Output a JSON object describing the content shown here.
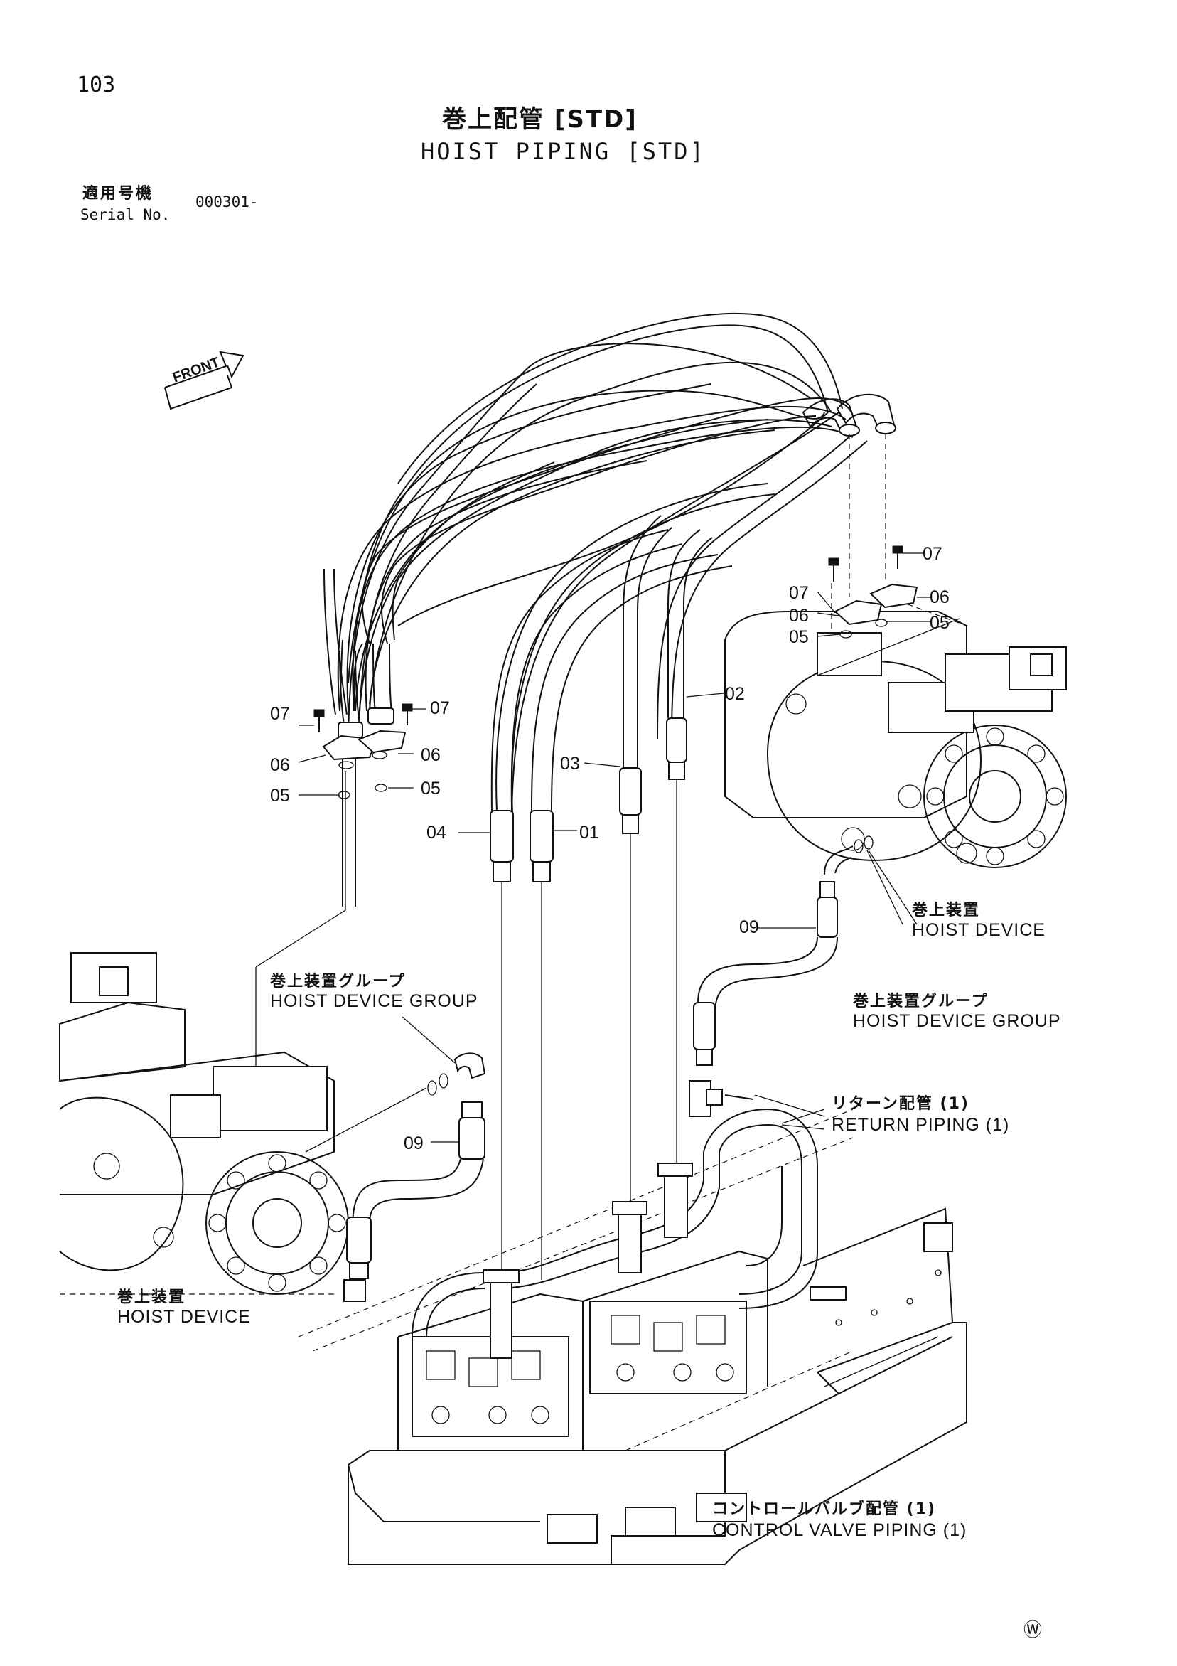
{
  "header": {
    "page_number": "103",
    "title_jp": "巻上配管 [STD]",
    "title_en": "HOIST PIPING [STD]",
    "serial_label_jp": "適用号機",
    "serial_label_en": "Serial No.",
    "serial_value": "000301-"
  },
  "front_arrow": {
    "label": "FRONT"
  },
  "part_refs": {
    "r01": "01",
    "r02": "02",
    "r03": "03",
    "r04": "04",
    "r05_left_a": "05",
    "r05_left_b": "05",
    "r05_right_a": "05",
    "r05_right_b": "05",
    "r06_left_a": "06",
    "r06_left_b": "06",
    "r06_right_a": "06",
    "r06_right_b": "06",
    "r07_left_a": "07",
    "r07_left_b": "07",
    "r07_right_a": "07",
    "r07_right_b": "07",
    "r09_left": "09",
    "r09_right": "09"
  },
  "callouts": {
    "hoist_device_right": {
      "jp": "巻上装置",
      "en": "HOIST DEVICE"
    },
    "hoist_device_group_right": {
      "jp": "巻上装置グループ",
      "en": "HOIST DEVICE GROUP"
    },
    "hoist_device_group_left": {
      "jp": "巻上装置グループ",
      "en": "HOIST DEVICE GROUP"
    },
    "hoist_device_left": {
      "jp": "巻上装置",
      "en": "HOIST DEVICE"
    },
    "return_piping": {
      "jp": "リターン配管 (1)",
      "en": "RETURN PIPING (1)"
    },
    "control_valve_piping": {
      "jp": "コントロールバルブ配管 (1)",
      "en": "CONTROL VALVE PIPING (1)"
    }
  },
  "footer_mark": "Ⓦ"
}
